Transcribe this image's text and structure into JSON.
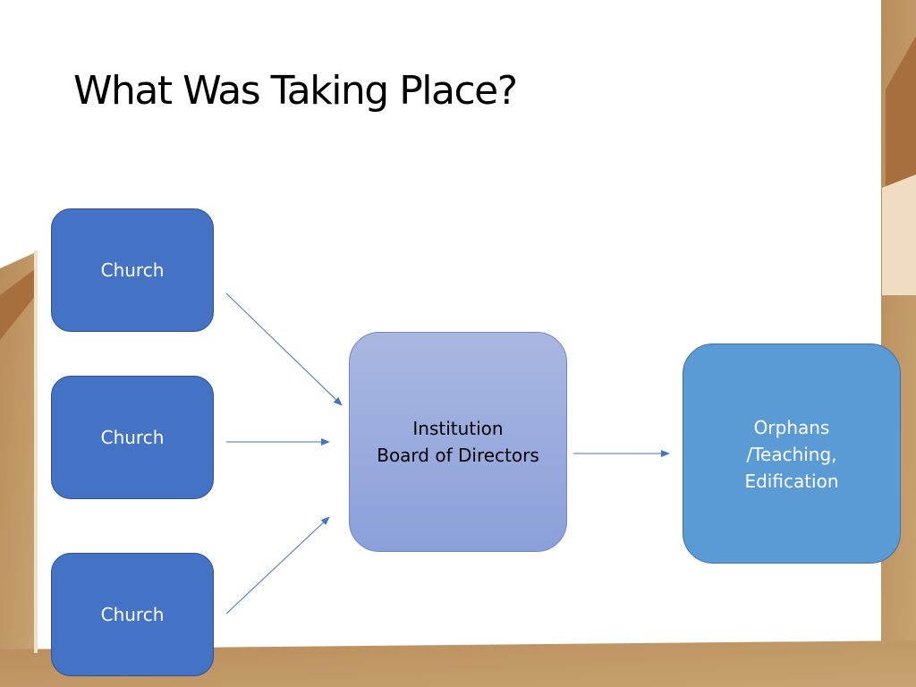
{
  "slide": {
    "title": "What Was Taking Place?"
  },
  "diagram": {
    "churches": [
      {
        "label": "Church"
      },
      {
        "label": "Church"
      },
      {
        "label": "Church"
      }
    ],
    "institution": {
      "label": "Institution\nBoard of Directors"
    },
    "outcome": {
      "label": "Orphans\n/Teaching,\nEdification"
    }
  },
  "colors": {
    "church_fill": "#4472c4",
    "institution_fill": "#98a9dd",
    "outcome_fill": "#5b9bd5",
    "arrow": "#4472c4",
    "background_wood": "#c49b6a"
  }
}
